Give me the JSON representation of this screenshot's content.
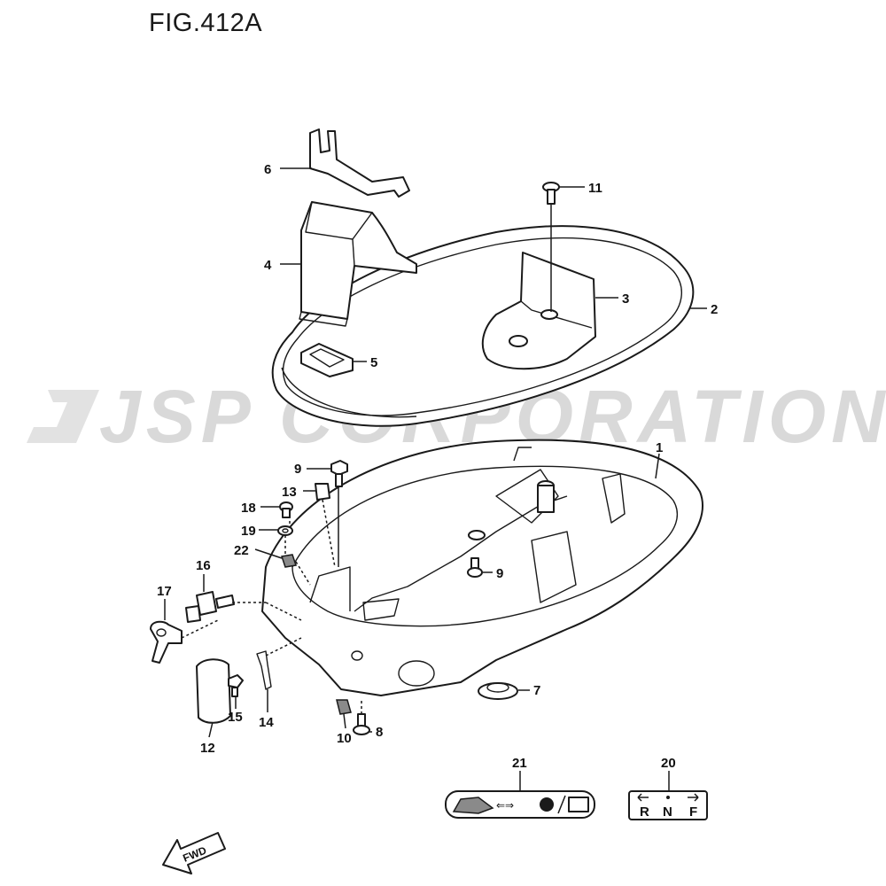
{
  "figure": {
    "title": "FIG.412A",
    "watermark": "JSP CORPORATION"
  },
  "callouts": [
    "1",
    "2",
    "3",
    "4",
    "5",
    "6",
    "7",
    "8",
    "9",
    "9",
    "10",
    "11",
    "12",
    "13",
    "14",
    "15",
    "16",
    "17",
    "18",
    "19",
    "20",
    "21",
    "22"
  ],
  "labels": {
    "shift_label": {
      "letters": [
        "R",
        "N",
        "F"
      ]
    },
    "fwd_arrow": "FWD"
  },
  "colors": {
    "line": "#1a1a1a",
    "watermark": "#d9d9d9",
    "background": "#ffffff"
  }
}
